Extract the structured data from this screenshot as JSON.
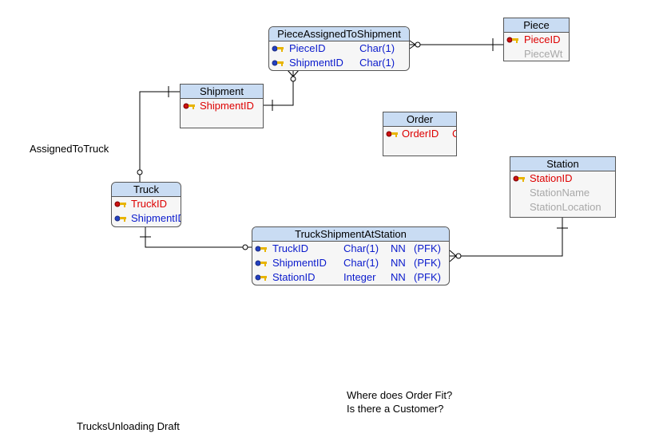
{
  "colors": {
    "pk": "#dd0000",
    "fk": "#0a1acc",
    "attr": "#a8a8a8",
    "header": "#c9dcf3"
  },
  "entities": {
    "piece_assigned": {
      "title": "PieceAssignedToShipment",
      "rows": [
        {
          "name": "PieceID",
          "type": "Char(1)"
        },
        {
          "name": "ShipmentID",
          "type": "Char(1)"
        }
      ]
    },
    "piece": {
      "title": "Piece",
      "rows": [
        {
          "name": "PieceID"
        },
        {
          "name": "PieceWt"
        }
      ]
    },
    "shipment": {
      "title": "Shipment",
      "rows": [
        {
          "name": "ShipmentID"
        }
      ]
    },
    "order": {
      "title": "Order",
      "rows": [
        {
          "name": "OrderID",
          "type": "C"
        }
      ]
    },
    "station": {
      "title": "Station",
      "rows": [
        {
          "name": "StationID"
        },
        {
          "name": "StationName"
        },
        {
          "name": "StationLocation"
        }
      ]
    },
    "truck": {
      "title": "Truck",
      "rows": [
        {
          "name": "TruckID"
        },
        {
          "name": "ShipmentID"
        }
      ]
    },
    "truck_shipment_station": {
      "title": "TruckShipmentAtStation",
      "rows": [
        {
          "name": "TruckID",
          "type": "Char(1)",
          "nn": "NN",
          "flag": "(PFK)"
        },
        {
          "name": "ShipmentID",
          "type": "Char(1)",
          "nn": "NN",
          "flag": "(PFK)"
        },
        {
          "name": "StationID",
          "type": "Integer",
          "nn": "NN",
          "flag": "(PFK)"
        }
      ]
    }
  },
  "labels": {
    "assigned_to_truck": "AssignedToTruck",
    "question_1": "Where does Order Fit?",
    "question_2": "Is there a Customer?",
    "model_name": "TrucksUnloading Draft"
  }
}
